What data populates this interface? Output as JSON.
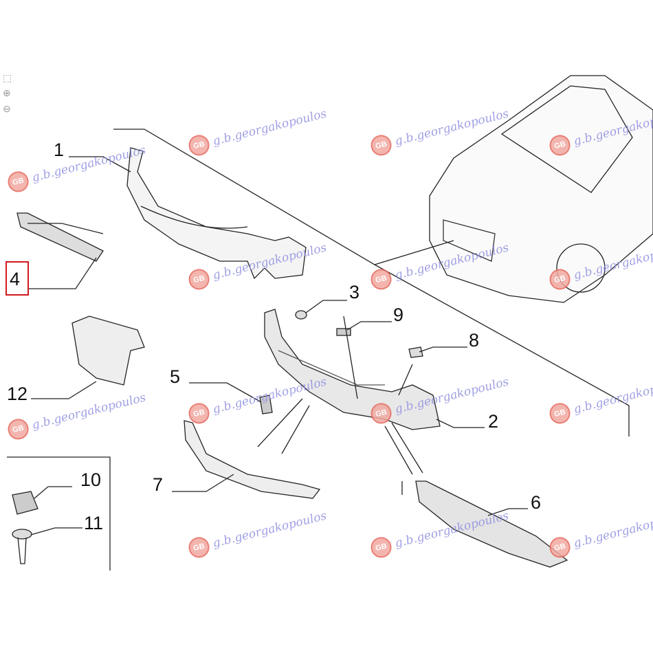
{
  "toolbar": {
    "fit_icon": "fit-icon",
    "zoom_in_icon": "zoom-in-icon",
    "zoom_out_icon": "zoom-out-icon"
  },
  "watermark": {
    "text": "g.b.georgakopoulos",
    "logo": "GB"
  },
  "callouts": {
    "p1": "1",
    "p2": "2",
    "p3": "3",
    "p4": "4",
    "p5": "5",
    "p6": "6",
    "p7": "7",
    "p8": "8",
    "p9": "9",
    "p10": "10",
    "p11": "11",
    "p12": "12"
  },
  "colors": {
    "highlight": "#d0191e",
    "watermark_text": "#8f8fe0",
    "watermark_logo": "#e6685d"
  }
}
